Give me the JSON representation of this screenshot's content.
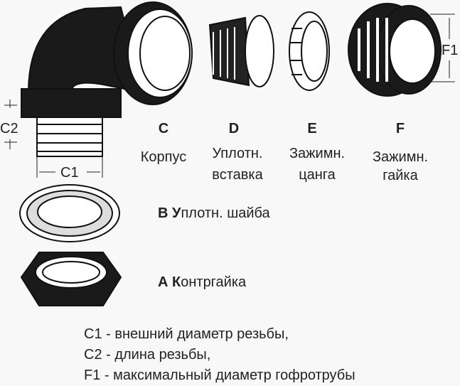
{
  "dimensions": {
    "c2": "C2",
    "c1": "C1",
    "f1": "F1"
  },
  "parts": {
    "c": {
      "letter": "C",
      "line1": "Корпус"
    },
    "d": {
      "letter": "D",
      "line1": "Уплотн.",
      "line2": "вставка"
    },
    "e": {
      "letter": "E",
      "line1": "Зажимн.",
      "line2": "цанга"
    },
    "f": {
      "letter": "F",
      "line1": "Зажимн.",
      "line2": "гайка"
    },
    "b": {
      "letter": "B",
      "first": "У",
      "rest": "плотн. шайба"
    },
    "a": {
      "letter": "A",
      "first": "К",
      "rest": "онтргайка"
    }
  },
  "legend": [
    "C1 - внешний диаметр резьбы,",
    "C2 - длина резьбы,",
    "F1 - максимальный диаметр гофротрубы"
  ]
}
